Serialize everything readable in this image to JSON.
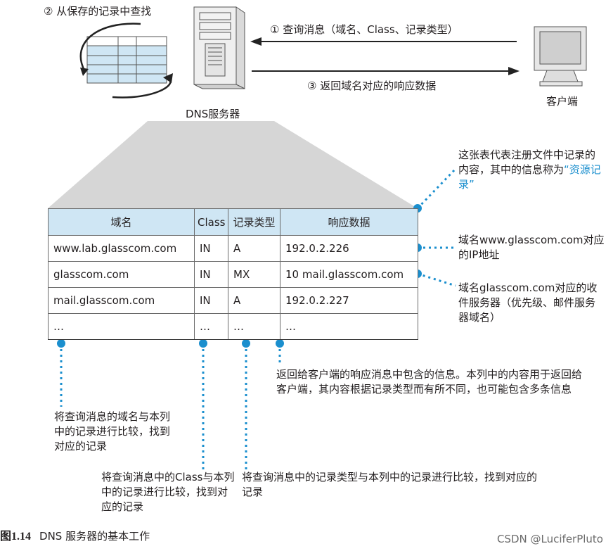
{
  "header": {
    "step2": "② 从保存的记录中查找",
    "step1": "① 查询消息（域名、Class、记录类型）",
    "step3": "③ 返回域名对应的响应数据",
    "server_label": "DNS服务器",
    "client_label": "客户端"
  },
  "table": {
    "columns": [
      "域名",
      "Class",
      "记录类型",
      "响应数据"
    ],
    "rows": [
      [
        "www.lab.glasscom.com",
        "IN",
        "A",
        "192.0.2.226"
      ],
      [
        "glasscom.com",
        "IN",
        "MX",
        "10 mail.glasscom.com"
      ],
      [
        "mail.glasscom.com",
        "IN",
        "A",
        "192.0.2.227"
      ],
      [
        "…",
        "…",
        "…",
        "…"
      ]
    ]
  },
  "notes": {
    "table_note_prefix": "这张表代表注册文件中记录的内容，其中的信息称为",
    "table_note_highlight": "“资源记录”",
    "www_note": "域名www.glasscom.com对应的IP地址",
    "mx_note": "域名glasscom.com对应的收件服务器（优先级、邮件服务器域名）",
    "response_note": "返回给客户端的响应消息中包含的信息。本列中的内容用于返回给客户端，其内容根据记录类型而有所不同，也可能包含多条信息",
    "domain_note": "将查询消息的域名与本列中的记录进行比较，找到对应的记录",
    "class_note": "将查询消息中的Class与本列中的记录进行比较，找到对应的记录",
    "type_note": "将查询消息中的记录类型与本列中的记录进行比较，找到对应的记录"
  },
  "caption": {
    "figure_no": "图1.14",
    "title": "DNS 服务器的基本工作"
  },
  "watermark": "CSDN @LuciferPluto",
  "colors": {
    "accent": "#1b8fce",
    "table_header": "#cfe6f4",
    "shadow": "#d4d4d4"
  },
  "icons": [
    "server-icon",
    "client-computer-icon",
    "record-table-icon",
    "cycle-arrow-icon"
  ]
}
